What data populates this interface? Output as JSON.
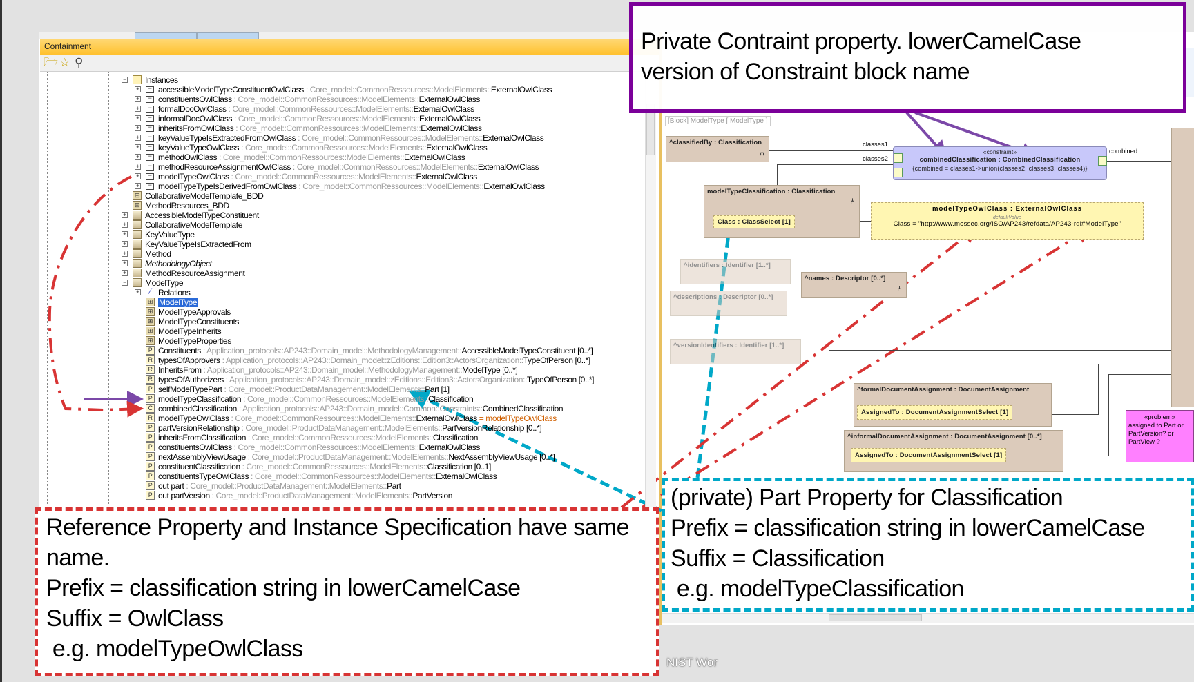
{
  "panel": {
    "title": "Containment",
    "toolbar": [
      {
        "icon": "open-folder-icon",
        "glyph": "🗁"
      },
      {
        "icon": "star-icon",
        "glyph": "☆"
      },
      {
        "icon": "search-icon",
        "glyph": "⚲"
      }
    ]
  },
  "tree": {
    "rows": [
      {
        "depth": 0,
        "exp": "-",
        "icon": "folder",
        "name": "Instances"
      },
      {
        "depth": 1,
        "exp": "+",
        "icon": "inst",
        "name": "accessibleModelTypeConstituentOwlClass",
        "type": "Core_model::CommonRessources::ModelElements::",
        "typeEnd": "ExternalOwlClass"
      },
      {
        "depth": 1,
        "exp": "+",
        "icon": "inst",
        "name": "constituentsOwlClass",
        "type": "Core_model::CommonRessources::ModelElements::",
        "typeEnd": "ExternalOwlClass"
      },
      {
        "depth": 1,
        "exp": "+",
        "icon": "inst",
        "name": "formalDocOwlClass",
        "type": "Core_model::CommonRessources::ModelElements::",
        "typeEnd": "ExternalOwlClass"
      },
      {
        "depth": 1,
        "exp": "+",
        "icon": "inst",
        "name": "informalDocOwlClass",
        "type": "Core_model::CommonRessources::ModelElements::",
        "typeEnd": "ExternalOwlClass"
      },
      {
        "depth": 1,
        "exp": "+",
        "icon": "inst",
        "name": "inheritsFromOwlClass",
        "type": "Core_model::CommonRessources::ModelElements::",
        "typeEnd": "ExternalOwlClass"
      },
      {
        "depth": 1,
        "exp": "+",
        "icon": "inst",
        "name": "keyValueTypeIsExtractedFromOwlClass",
        "type": "Core_model::CommonRessources::ModelElements::",
        "typeEnd": "ExternalOwlClass"
      },
      {
        "depth": 1,
        "exp": "+",
        "icon": "inst",
        "name": "keyValueTypeOwlClass",
        "type": "Core_model::CommonRessources::ModelElements::",
        "typeEnd": "ExternalOwlClass"
      },
      {
        "depth": 1,
        "exp": "+",
        "icon": "inst",
        "name": "methodOwlClass",
        "type": "Core_model::CommonRessources::ModelElements::",
        "typeEnd": "ExternalOwlClass"
      },
      {
        "depth": 1,
        "exp": "+",
        "icon": "inst",
        "name": "methodResourceAssignmentOwlClass",
        "type": "Core_model::CommonRessources::ModelElements::",
        "typeEnd": "ExternalOwlClass"
      },
      {
        "depth": 1,
        "exp": "+",
        "icon": "inst",
        "name": "modelTypeOwlClass",
        "type": "Core_model::CommonRessources::ModelElements::",
        "typeEnd": "ExternalOwlClass"
      },
      {
        "depth": 1,
        "exp": "+",
        "icon": "inst",
        "name": "modelTypeTypeIsDerivedFromOwlClass",
        "type": "Core_model::CommonRessources::ModelElements::",
        "typeEnd": "ExternalOwlClass"
      },
      {
        "depth": 0,
        "exp": "",
        "icon": "diag",
        "name": "CollaborativeModelTemplate_BDD"
      },
      {
        "depth": 0,
        "exp": "",
        "icon": "diag",
        "name": "MethodResources_BDD"
      },
      {
        "depth": 0,
        "exp": "+",
        "icon": "cls",
        "name": "AccessibleModelTypeConstituent"
      },
      {
        "depth": 0,
        "exp": "+",
        "icon": "cls",
        "name": "CollaborativeModelTemplate"
      },
      {
        "depth": 0,
        "exp": "+",
        "icon": "cls",
        "name": "KeyValueType"
      },
      {
        "depth": 0,
        "exp": "+",
        "icon": "cls",
        "name": "KeyValueTypeIsExtractedFrom"
      },
      {
        "depth": 0,
        "exp": "+",
        "icon": "cls",
        "name": "Method"
      },
      {
        "depth": 0,
        "exp": "+",
        "icon": "cls",
        "name": "MethodologyObject",
        "italic": true
      },
      {
        "depth": 0,
        "exp": "+",
        "icon": "cls",
        "name": "MethodResourceAssignment"
      },
      {
        "depth": 0,
        "exp": "-",
        "icon": "cls",
        "name": "ModelType"
      },
      {
        "depth": 1,
        "exp": "+",
        "icon": "rel",
        "name": "Relations"
      },
      {
        "depth": 1,
        "exp": "",
        "icon": "diag",
        "name": "ModelType",
        "selected": true
      },
      {
        "depth": 1,
        "exp": "",
        "icon": "diag",
        "name": "ModelTypeApprovals"
      },
      {
        "depth": 1,
        "exp": "",
        "icon": "diag",
        "name": "ModelTypeConstituents"
      },
      {
        "depth": 1,
        "exp": "",
        "icon": "diag",
        "name": "ModelTypeInherits"
      },
      {
        "depth": 1,
        "exp": "",
        "icon": "diag",
        "name": "ModelTypeProperties"
      },
      {
        "depth": 1,
        "exp": "",
        "icon": "P",
        "name": "Constituents",
        "type": "Application_protocols::AP243::Domain_model::MethodologyManagement::",
        "typeEnd": "AccessibleModelTypeConstituent [0..*]"
      },
      {
        "depth": 1,
        "exp": "",
        "icon": "R",
        "name": "typesOfApprovers",
        "type": "Application_protocols::AP243::Domain_model::zEditions::Edition3::ActorsOrganization::",
        "typeEnd": "TypeOfPerson [0..*]"
      },
      {
        "depth": 1,
        "exp": "",
        "icon": "R",
        "name": "InheritsFrom",
        "type": "Application_protocols::AP243::Domain_model::MethodologyManagement::",
        "typeEnd": "ModelType [0..*]"
      },
      {
        "depth": 1,
        "exp": "",
        "icon": "R",
        "name": "typesOfAuthorizers",
        "type": "Application_protocols::AP243::Domain_model::zEditions::Edition3::ActorsOrganization::",
        "typeEnd": "TypeOfPerson [0..*]"
      },
      {
        "depth": 1,
        "exp": "",
        "icon": "P",
        "name": "selfModelTypePart",
        "type": "Core_model::ProductDataManagement::ModelElements::",
        "typeEnd": "Part [1]"
      },
      {
        "depth": 1,
        "exp": "",
        "icon": "P",
        "name": "modelTypeClassification",
        "type": "Core_model::CommonRessources::ModelElements::",
        "typeEnd": "Classification"
      },
      {
        "depth": 1,
        "exp": "",
        "icon": "C",
        "name": "combinedClassification",
        "type": "Application_protocols::AP243::Domain_model::Common::Constraints::",
        "typeEnd": "CombinedClassification"
      },
      {
        "depth": 1,
        "exp": "",
        "icon": "R",
        "name": "modelTypeOwlClass",
        "type": "Core_model::CommonRessources::ModelElements::",
        "typeEnd": "ExternalOwlClass",
        "default": "= modelTypeOwlClass"
      },
      {
        "depth": 1,
        "exp": "",
        "icon": "P",
        "name": "partVersionRelationship",
        "type": "Core_model::ProductDataManagement::ModelElements::",
        "typeEnd": "PartVersionRelationship [0..*]"
      },
      {
        "depth": 1,
        "exp": "",
        "icon": "P",
        "name": "inheritsFromClassification",
        "type": "Core_model::CommonRessources::ModelElements::",
        "typeEnd": "Classification"
      },
      {
        "depth": 1,
        "exp": "",
        "icon": "P",
        "name": "constituentsOwlClass",
        "type": "Core_model::CommonRessources::ModelElements::",
        "typeEnd": "ExternalOwlClass"
      },
      {
        "depth": 1,
        "exp": "",
        "icon": "P",
        "name": "nextAssemblyViewUsage",
        "type": "Core_model::ProductDataManagement::ModelElements::",
        "typeEnd": "NextAssemblyViewUsage [0..*]"
      },
      {
        "depth": 1,
        "exp": "",
        "icon": "P",
        "name": "constituentClassification",
        "type": "Core_model::CommonRessources::ModelElements::",
        "typeEnd": "Classification [0..1]"
      },
      {
        "depth": 1,
        "exp": "",
        "icon": "P",
        "name": "constituentsTypeOwlClass",
        "type": "Core_model::CommonRessources::ModelElements::",
        "typeEnd": "ExternalOwlClass"
      },
      {
        "depth": 1,
        "exp": "",
        "icon": "P",
        "name": "out part",
        "type": "Core_model::ProductDataManagement::ModelElements::",
        "typeEnd": "Part"
      },
      {
        "depth": 1,
        "exp": "",
        "icon": "P",
        "name": "out partVersion",
        "type": "Core_model::ProductDataManagement::ModelElements::",
        "typeEnd": "PartVersion"
      }
    ]
  },
  "diagram": {
    "breadcrumb": "[Block] ModelType [ ModelType ]",
    "classifiedBy": "^classifiedBy : Classification",
    "constraint": {
      "stereotype": "«constraint»",
      "name": "combinedClassification : CombinedClassification",
      "body": "{combined = classes1->union(classes2, classes3, classes4)}",
      "port_classes1": "classes1",
      "port_classes2": "classes2",
      "port_combined": "combined"
    },
    "modelTypeClassification": {
      "title": "modelTypeClassification : Classification",
      "slot": "Class : ClassSelect [1]"
    },
    "modelTypeOwlClass": {
      "title": "modelTypeOwlClass : ExternalOwlClass",
      "label": "defaultValue",
      "value": "Class = \"http://www.mossec.org/ISO/AP243/refdata/AP243-rdl#ModelType\""
    },
    "names": "^names : Descriptor [0..*]",
    "identifiers": "^identifiers : Identifier [1..*]",
    "descriptions": "^descriptions : Descriptor [0..*]",
    "versionIdentifiers": "^versionIdentifiers : Identifier [1..*]",
    "formalDoc": {
      "title": "^formalDocumentAssignment : DocumentAssignment",
      "slot": "AssignedTo : DocumentAssignmentSelect [1]"
    },
    "informalDoc": {
      "title": "^informalDocumentAssignment : DocumentAssignment [0..*]",
      "slot": "AssignedTo : DocumentAssignmentSelect [1]"
    },
    "problem": {
      "stereotype": "«problem»",
      "text": "assigned to Part or PartVersion? or PartView ?"
    }
  },
  "callouts": {
    "purple": [
      "Private Contraint property. lowerCamelCase",
      "version of Constraint block name"
    ],
    "cyan": [
      "(private) Part Property for Classification",
      "Prefix = classification string in lowerCamelCase",
      "Suffix = Classification",
      " e.g. modelTypeClassification"
    ],
    "red": [
      "Reference Property and Instance Specification have same name.",
      "Prefix = classification string in lowerCamelCase",
      "Suffix = OwlClass",
      " e.g. modelTypeOwlClass"
    ]
  },
  "footer": "NIST Wor",
  "colors": {
    "purple": "#7b0099",
    "cyan": "#00a8c8",
    "red": "#d83434",
    "header": "#ffc12e"
  }
}
